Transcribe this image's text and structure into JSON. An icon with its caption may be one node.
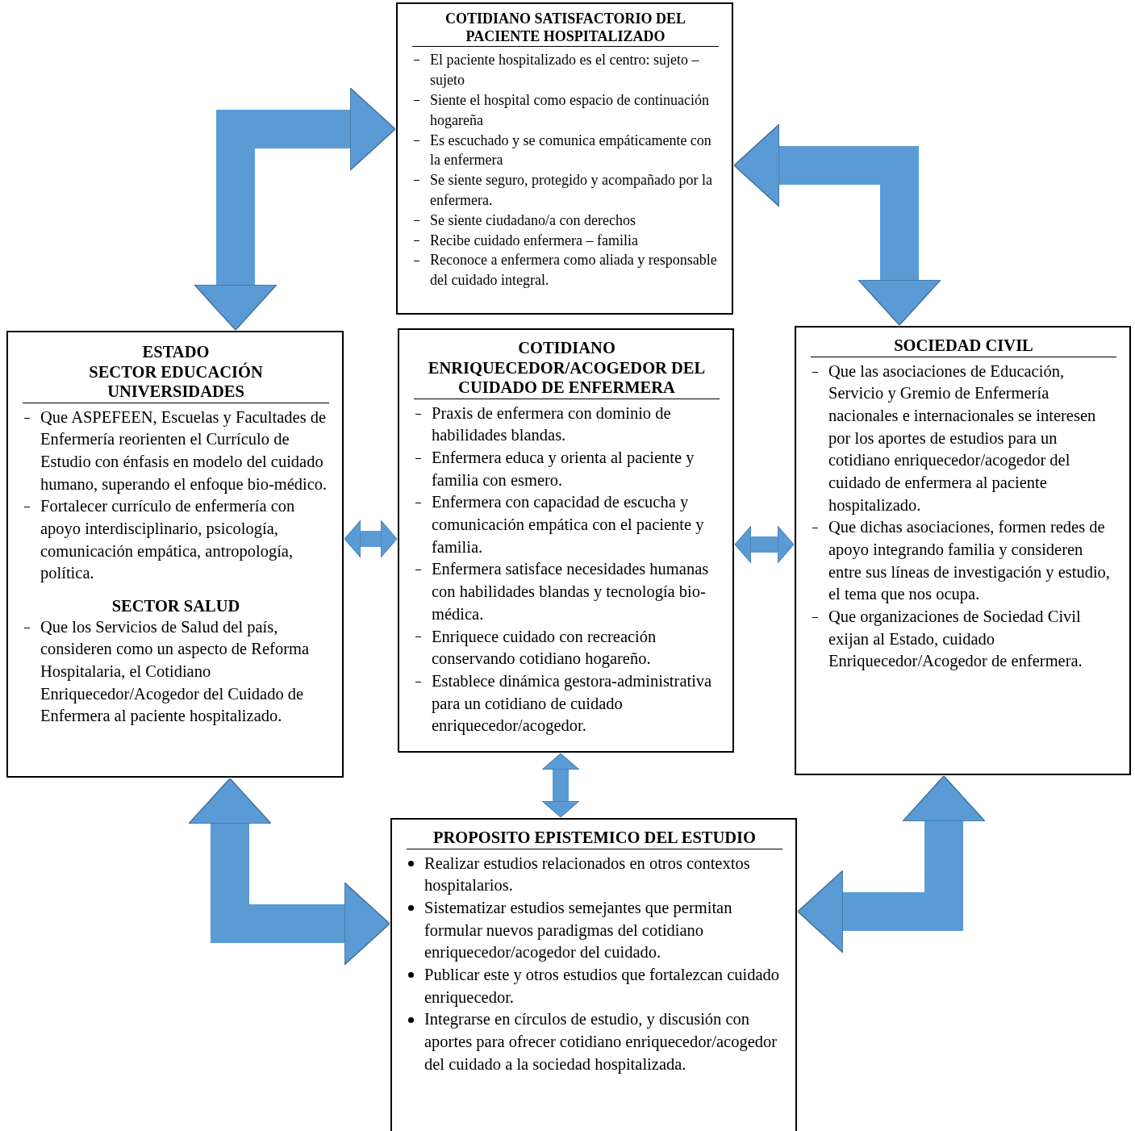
{
  "diagram": {
    "nodes": [
      {
        "text": [
          "COTIDIANO SATISFACTORIO DEL PACIENTE HOSPITALIZADO",
          "El paciente hospitalizado es el centro: sujeto – sujeto",
          "Siente el hospital como espacio de continuación hogareña",
          "Es escuchado y se comunica empáticamente con la enfermera",
          "Se siente seguro, protegido y acompañado por la enfermera.",
          "Se siente ciudadano/a con derechos",
          "Recibe cuidado enfermera – familia",
          "Reconoce a enfermera como aliada y responsable del cuidado integral."
        ]
      },
      {
        "text": [
          "ESTADO",
          "SECTOR EDUCACIÓN UNIVERSIDADES",
          "Que ASPEFEEN, Escuelas y Facultades de Enfermería reorienten el Currículo de Estudio con énfasis en modelo del cuidado humano, superando el enfoque bio-médico.",
          "Fortalecer currículo de enfermería con apoyo interdisciplinario, psicología, comunicación empática, antropología, política.",
          "SECTOR SALUD",
          "Que los Servicios de Salud del país, consideren como un aspecto de Reforma Hospitalaria, el Cotidiano Enriquecedor/Acogedor del Cuidado de Enfermera al paciente hospitalizado."
        ]
      },
      {
        "text": [
          "COTIDIANO ENRIQUECEDOR/ACOGEDOR DEL CUIDADO DE ENFERMERA",
          "Praxis de enfermera con dominio de habilidades blandas.",
          "Enfermera educa y orienta al paciente y familia con esmero.",
          "Enfermera con capacidad de escucha y comunicación empática con el paciente y familia.",
          "Enfermera satisface necesidades humanas con habilidades blandas y tecnología bio-médica.",
          "Enriquece cuidado con recreación conservando cotidiano hogareño.",
          "Establece dinámica gestora-administrativa para un cotidiano de cuidado enriquecedor/acogedor."
        ]
      },
      {
        "text": [
          "SOCIEDAD CIVIL",
          "Que las asociaciones de Educación, Servicio y Gremio de Enfermería nacionales e internacionales se interesen por los aportes de estudios para un cotidiano enriquecedor/acogedor del cuidado de enfermera al paciente hospitalizado.",
          "Que dichas asociaciones, formen redes de apoyo integrando familia y consideren entre sus líneas de investigación y estudio, el tema que nos ocupa.",
          "Que organizaciones de Sociedad Civil exijan al Estado, cuidado Enriquecedor/Acogedor de enfermera."
        ]
      },
      {
        "text": [
          "PROPOSITO EPISTEMICO DEL ESTUDIO",
          "Realizar estudios relacionados en otros contextos hospitalarios.",
          "Sistematizar estudios semejantes que permitan formular nuevos paradigmas del cotidiano enriquecedor/acogedor del cuidado.",
          "Publicar este y otros estudios que fortalezcan cuidado enriquecedor.",
          "Integrarse en círculos de estudio, y discusión con aportes para ofrecer cotidiano enriquecedor/acogedor del cuidado a la sociedad hospitalizada."
        ]
      }
    ],
    "edges": [
      {
        "from": 0,
        "to": 1,
        "arrow": "both"
      },
      {
        "from": 0,
        "to": 3,
        "arrow": "both"
      },
      {
        "from": 1,
        "to": 4,
        "arrow": "both"
      },
      {
        "from": 3,
        "to": 4,
        "arrow": "both"
      },
      {
        "from": 2,
        "to": 1,
        "arrow": "both"
      },
      {
        "from": 2,
        "to": 3,
        "arrow": "both"
      },
      {
        "from": 2,
        "to": 4,
        "arrow": "both"
      }
    ]
  }
}
